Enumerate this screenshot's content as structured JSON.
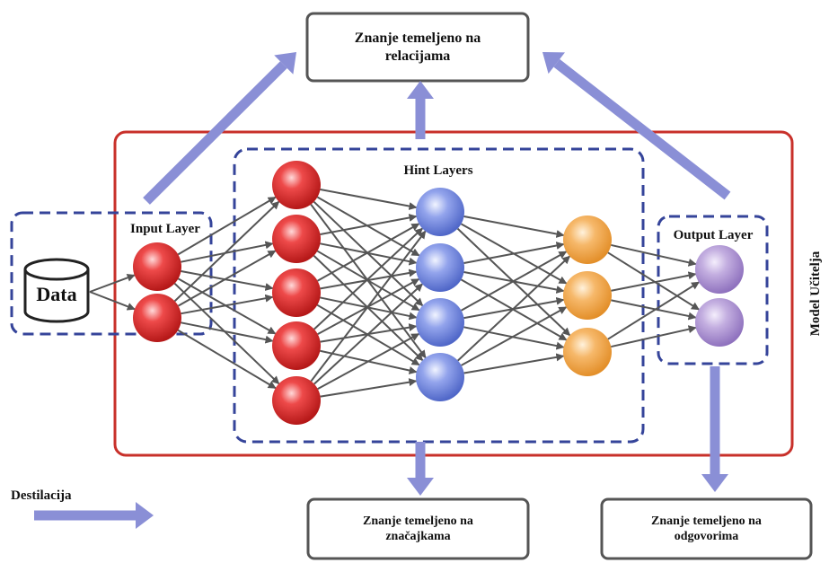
{
  "boxes": {
    "relations": "Znanje temeljeno na\nrelacijama",
    "features": "Znanje temeljeno na\nznačajkama",
    "responses": "Znanje temeljeno na\nodgovorima"
  },
  "layers": {
    "input": "Input Layer",
    "hint": "Hint Layers",
    "output": "Output Layer"
  },
  "data_label": "Data",
  "teacher_model_label": "Model Učitelja",
  "legend": {
    "distillation_label": "Destilacija"
  },
  "colors": {
    "teacher_frame": "#c8302a",
    "dashed": "#35449a",
    "arrow": "#8a8fd6",
    "red_node": "#d42a2a",
    "blue_node": "#6f82da",
    "orange_node": "#f2a347",
    "purple_node": "#a98cd0"
  }
}
